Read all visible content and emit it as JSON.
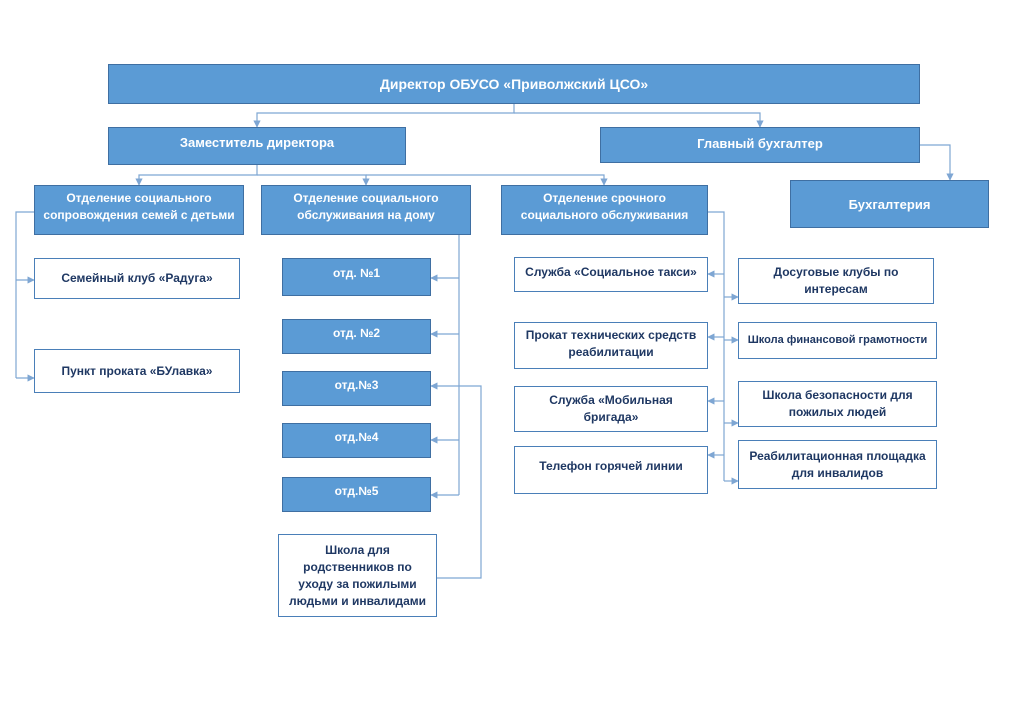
{
  "director": "Директор ОБУСО «Приволжский ЦСО»",
  "deputy": "Заместитель директора",
  "chief_accountant": "Главный бухгалтер",
  "accounting": "Бухгалтерия",
  "departments": {
    "family": "Отделение социального сопровождения семей с детьми",
    "home": "Отделение социального обслуживания на дому",
    "urgent": "Отделение срочного социального обслуживания"
  },
  "family_units": {
    "club": "Семейный клуб «Радуга»",
    "rental": "Пункт проката «БУлавка»"
  },
  "home_units": {
    "otd1": "отд. №1",
    "otd2": "отд. №2",
    "otd3": "отд.№3",
    "otd4": "отд.№4",
    "otd5": "отд.№5",
    "school_relatives": "Школа для родственников по уходу за пожилыми людьми и инвалидами"
  },
  "urgent_services": {
    "taxi": "Служба «Социальное такси»",
    "rental": "Прокат технических средств реабилитации",
    "mobile": "Служба «Мобильная бригада»",
    "hotline": "Телефон горячей линии"
  },
  "urgent_clubs": {
    "leisure": "Досуговые клубы по интересам",
    "finance": "Школа финансовой грамотности",
    "safety": "Школа безопасности для пожилых людей",
    "rehab": "Реабилитационная площадка для инвалидов"
  },
  "colors": {
    "fill": "#5b9bd5",
    "border": "#3f6fa2",
    "connector": "#7ea6d3",
    "outline_text": "#1f3863"
  }
}
